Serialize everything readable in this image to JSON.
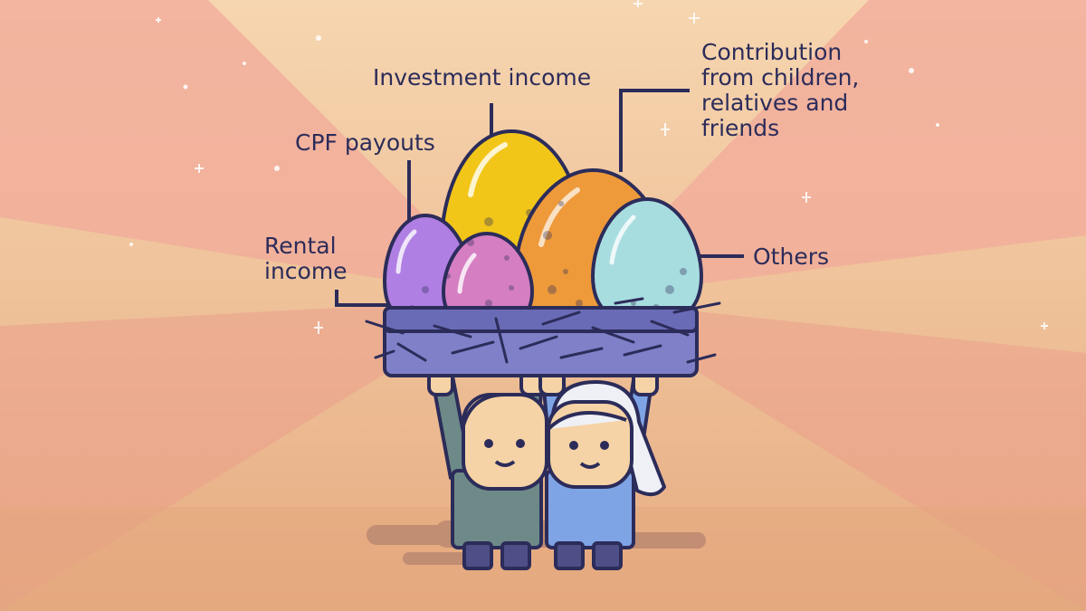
{
  "diagram": {
    "labels": {
      "investment_income": "Investment income",
      "cpf_payouts": "CPF payouts",
      "rental_income": [
        "Rental",
        "income"
      ],
      "contribution": [
        "Contribution",
        "from children,",
        "relatives and",
        "friends"
      ],
      "others": "Others"
    },
    "eggs": [
      {
        "name": "Investment income",
        "color": "#f2c619"
      },
      {
        "name": "CPF payouts",
        "color": "#b07fe3"
      },
      {
        "name": "Rental income",
        "color": "#d57ec2"
      },
      {
        "name": "Contribution from children, relatives and friends",
        "color": "#ee9a3b"
      },
      {
        "name": "Others",
        "color": "#a8dde0"
      }
    ],
    "colors": {
      "background_top": "#f4c7a4",
      "background_bottom": "#e7a77e",
      "nest": "#7f80c8",
      "outline": "#2c2c5a"
    }
  }
}
